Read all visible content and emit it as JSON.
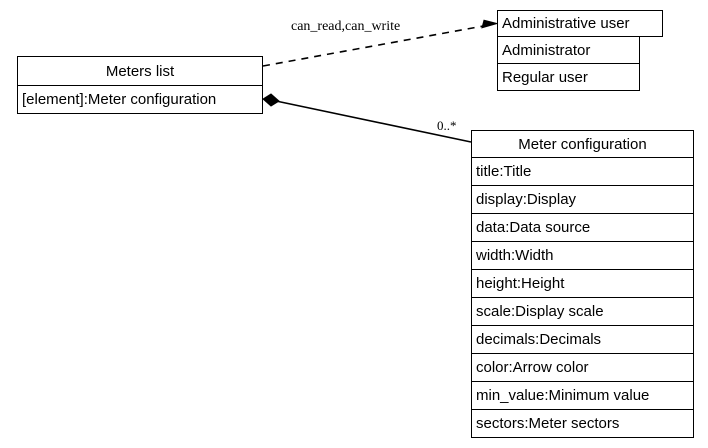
{
  "diagram": {
    "type": "uml-class-diagram",
    "background_color": "#ffffff",
    "line_color": "#000000",
    "text_color": "#000000"
  },
  "classes": {
    "meters_list": {
      "name": "Meters list",
      "attributes": [
        "[element]:Meter configuration"
      ]
    },
    "administrative_user": {
      "name": "Administrative user",
      "attributes": [
        "Administrator",
        "Regular user"
      ]
    },
    "meter_configuration": {
      "name": "Meter configuration",
      "attributes": [
        "title:Title",
        "display:Display",
        "data:Data source",
        "width:Width",
        "height:Height",
        "scale:Display scale",
        "decimals:Decimals",
        "color:Arrow color",
        "min_value:Minimum value",
        "sectors:Meter sectors"
      ]
    }
  },
  "edges": {
    "dependency": {
      "label": "can_read,can_write",
      "style": "dashed",
      "arrowhead": "open-arrow",
      "from": "meters_list",
      "to": "administrative_user"
    },
    "composition": {
      "label": "0..*",
      "style": "solid",
      "source_marker": "filled-diamond",
      "from": "meters_list",
      "to": "meter_configuration"
    }
  }
}
